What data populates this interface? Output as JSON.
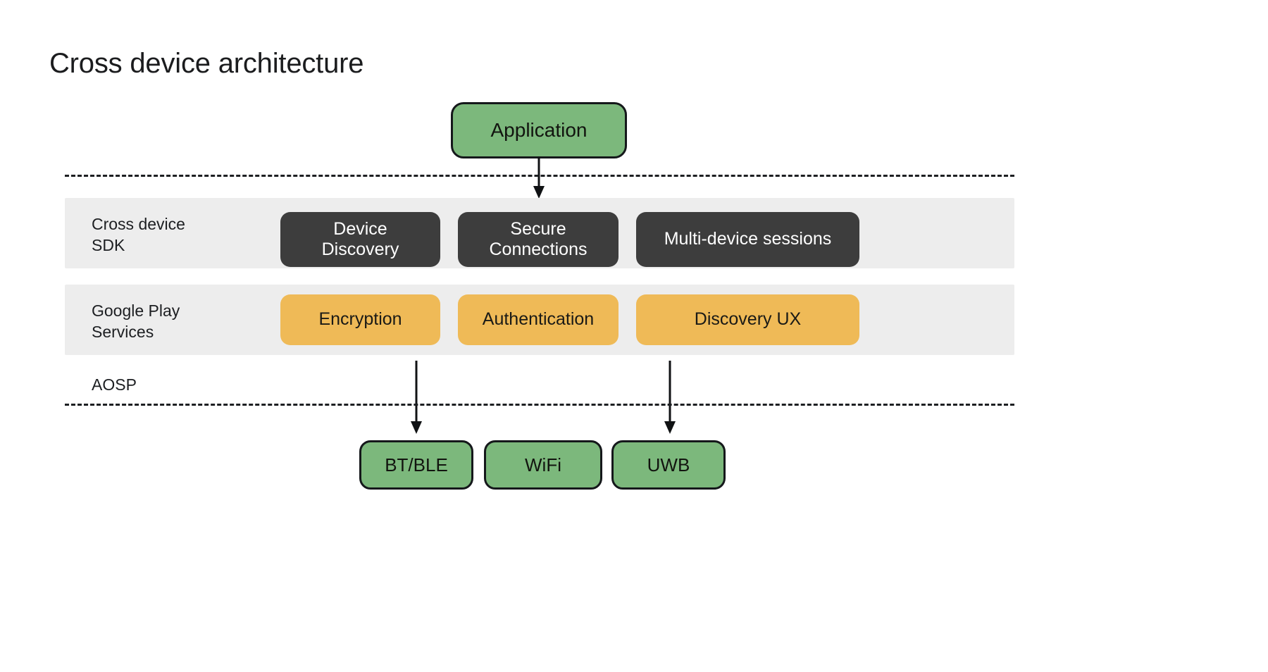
{
  "page": {
    "title": "Cross device architecture",
    "background": "#ffffff"
  },
  "colors": {
    "green": "#7cb87c",
    "dark": "#3d3d3d",
    "amber": "#efba57",
    "band": "#ededed",
    "stroke": "#15181b",
    "text_dark": "#1d1f22",
    "text_light": "#ffffff"
  },
  "diagram": {
    "top_node": {
      "label": "Application",
      "color": "#7cb87c",
      "shape": "rounded-rect"
    },
    "layers": [
      {
        "id": "cross-device-sdk",
        "label": "Cross device\nSDK",
        "band_color": "#ededed",
        "nodes": [
          {
            "label": "Device\nDiscovery",
            "color": "#3d3d3d",
            "text_color": "#ffffff"
          },
          {
            "label": "Secure\nConnections",
            "color": "#3d3d3d",
            "text_color": "#ffffff"
          },
          {
            "label": "Multi-device sessions",
            "color": "#3d3d3d",
            "text_color": "#ffffff"
          }
        ]
      },
      {
        "id": "google-play-services",
        "label": "Google Play\nServices",
        "band_color": "#ededed",
        "nodes": [
          {
            "label": "Encryption",
            "color": "#efba57",
            "text_color": "#1a1a16"
          },
          {
            "label": "Authentication",
            "color": "#efba57",
            "text_color": "#1a1a16"
          },
          {
            "label": "Discovery UX",
            "color": "#efba57",
            "text_color": "#1a1a16"
          }
        ]
      },
      {
        "id": "aosp",
        "label": "AOSP",
        "band_color": "none",
        "nodes": []
      }
    ],
    "transports": [
      {
        "label": "BT/BLE",
        "color": "#7cb87c"
      },
      {
        "label": "WiFi",
        "color": "#7cb87c"
      },
      {
        "label": "UWB",
        "color": "#7cb87c"
      }
    ],
    "separators": [
      {
        "id": "top-boundary",
        "style": "dashed"
      },
      {
        "id": "bottom-boundary",
        "style": "dashed"
      }
    ],
    "connectors": [
      {
        "id": "application-to-secure-connections",
        "from": "Application",
        "to": "Secure Connections",
        "style": "arrow-down"
      },
      {
        "id": "encryption-to-bt-ble",
        "from": "Encryption",
        "to": "BT/BLE",
        "style": "arrow-down"
      },
      {
        "id": "discovery-ux-to-uwb",
        "from": "Discovery UX",
        "to": "UWB",
        "style": "arrow-down"
      }
    ]
  }
}
